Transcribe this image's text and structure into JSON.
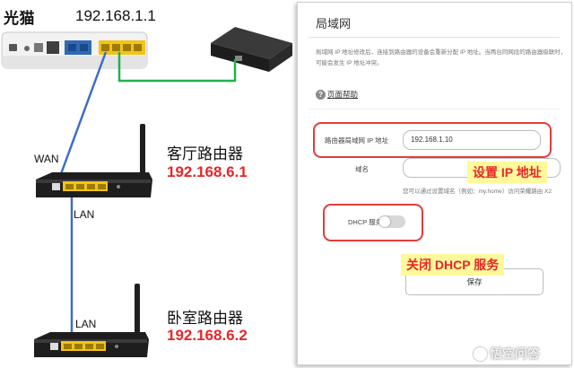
{
  "diagram": {
    "modem": {
      "title": "光猫",
      "ip": "192.168.1.1"
    },
    "living_router": {
      "title": "客厅路由器",
      "ip": "192.168.6.1",
      "wan_label": "WAN",
      "lan_label": "LAN"
    },
    "bedroom_router": {
      "title": "卧室路由器",
      "ip": "192.168.6.2",
      "lan_label": "LAN"
    }
  },
  "panel": {
    "title": "局域网",
    "description": "局域网 IP 地址修改后，连接到路由器的设备会重新分配 IP 地址。当两台同网段的路由器级联时，可能会发生 IP 地址冲突。",
    "help_link": "页面帮助",
    "help_icon": "?",
    "lan_ip_label": "路由器局域网 IP 地址",
    "lan_ip_value": "192.168.1.10",
    "domain_label": "域名",
    "domain_value": "",
    "domain_note": "您可以通过设置域名（例如：my.home）访问荣耀路由 X2",
    "dhcp_label": "DHCP 服务器",
    "dhcp_enabled": false,
    "save_label": "保存"
  },
  "annotations": {
    "set_ip": "设置 IP 地址",
    "close_dhcp": "关闭 DHCP 服务"
  },
  "watermark": {
    "text": "悟空问答"
  },
  "colors": {
    "highlight_red": "#e53b3b",
    "ip_red": "#e8262a",
    "banner_yellow": "#fff99b",
    "cable_blue": "#3d6fc4",
    "cable_green": "#22b14c",
    "lan_port_yellow": "#f3c316"
  }
}
